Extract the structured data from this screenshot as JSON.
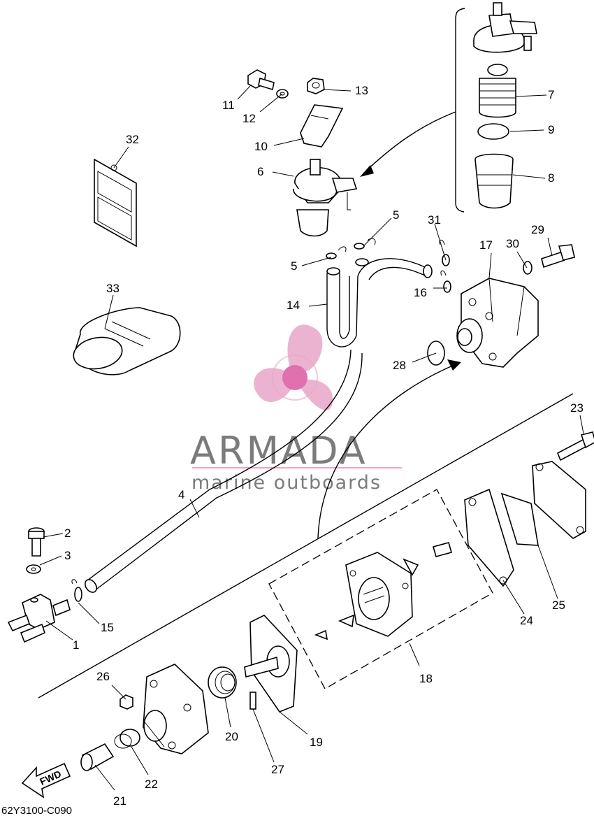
{
  "diagram_code": "62Y3100-C090",
  "watermark": {
    "title": "ARMADA",
    "subtitle": "marine outboards",
    "color": "#7b7b7b",
    "logo_color": "#e8a6c8"
  },
  "direction_label": "FWD",
  "callouts": [
    "1",
    "2",
    "3",
    "4",
    "5",
    "5",
    "6",
    "7",
    "8",
    "9",
    "10",
    "11",
    "12",
    "13",
    "14",
    "15",
    "16",
    "17",
    "18",
    "19",
    "20",
    "21",
    "22",
    "23",
    "24",
    "25",
    "26",
    "27",
    "28",
    "29",
    "30",
    "31",
    "32",
    "33"
  ]
}
